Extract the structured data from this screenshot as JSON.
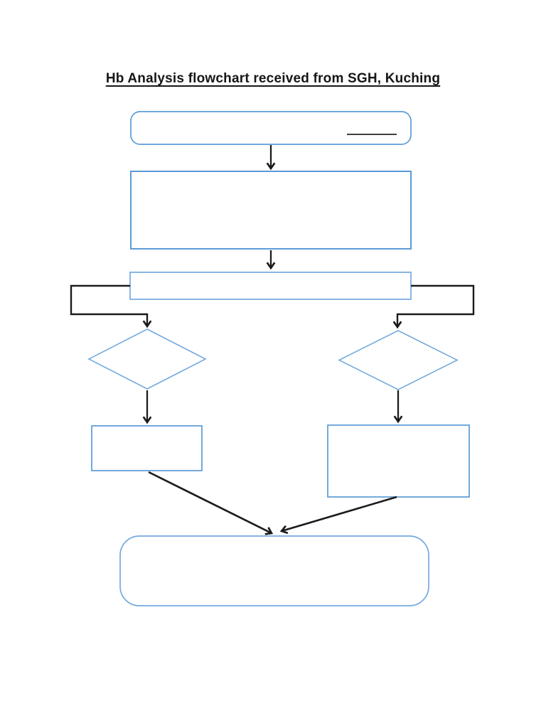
{
  "page": {
    "title": "Hb Analysis flowchart received from SGH, Kuching",
    "background": "#ffffff"
  },
  "colors": {
    "rect_border": "#5b9bd5",
    "light_border": "#74a9e0",
    "connector": "#1b1b1b",
    "blank_line": "#3f3f3f"
  },
  "flowchart": {
    "nodes": [
      {
        "name": "start-terminator",
        "shape": "rounded-rectangle",
        "label": ""
      },
      {
        "name": "process-main",
        "shape": "rectangle",
        "label": ""
      },
      {
        "name": "branch-bar",
        "shape": "rectangle",
        "label": ""
      },
      {
        "name": "decision-left",
        "shape": "diamond",
        "label": ""
      },
      {
        "name": "decision-right",
        "shape": "diamond",
        "label": ""
      },
      {
        "name": "result-left",
        "shape": "rectangle",
        "label": ""
      },
      {
        "name": "result-right",
        "shape": "rectangle",
        "label": ""
      },
      {
        "name": "end-terminator",
        "shape": "rounded-rectangle",
        "label": ""
      }
    ]
  }
}
